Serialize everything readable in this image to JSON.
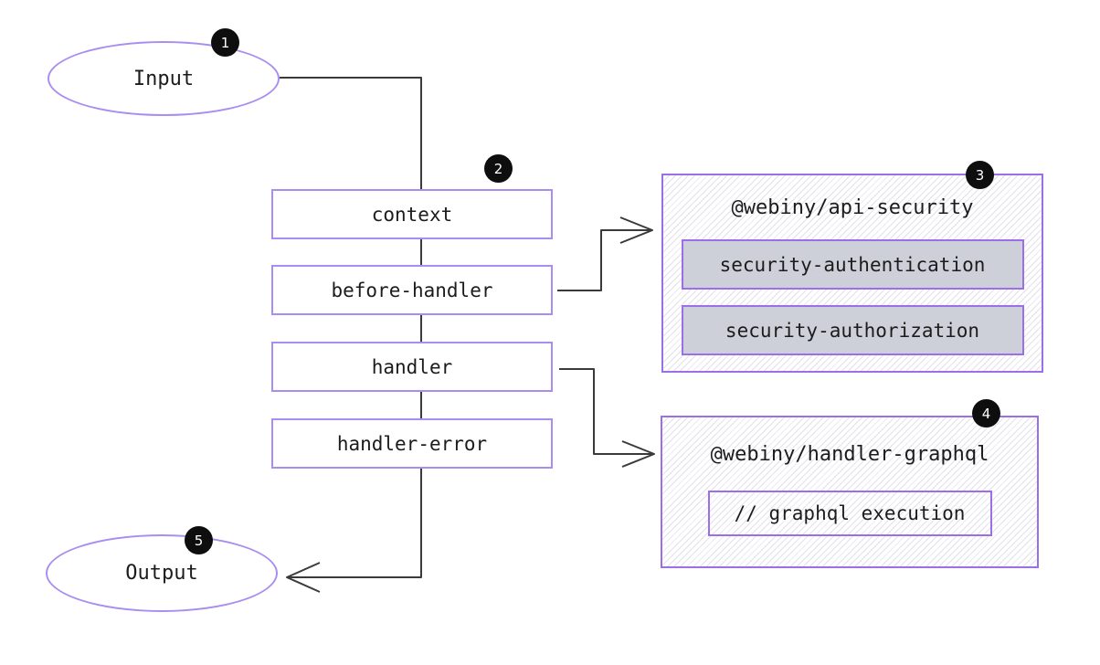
{
  "nodes": {
    "input": {
      "label": "Input",
      "badge": "1"
    },
    "lifecycle": {
      "badge": "2",
      "items": [
        {
          "label": "context"
        },
        {
          "label": "before-handler"
        },
        {
          "label": "handler"
        },
        {
          "label": "handler-error"
        }
      ]
    },
    "api_security": {
      "badge": "3",
      "title": "@webiny/api-security",
      "plugins": [
        "security-authentication",
        "security-authorization"
      ]
    },
    "handler_graphql": {
      "badge": "4",
      "title": "@webiny/handler-graphql",
      "plugins": [
        "// graphql execution"
      ]
    },
    "output": {
      "label": "Output",
      "badge": "5"
    }
  },
  "colors": {
    "node_border": "#a98df0",
    "package_border": "#9c6fe8",
    "plugin_fill": "#ced0d9",
    "hatch_line": "#e2e1ea",
    "wire": "#3a3a3a",
    "badge_bg": "#0e0e0e",
    "badge_text": "#ffffff"
  }
}
